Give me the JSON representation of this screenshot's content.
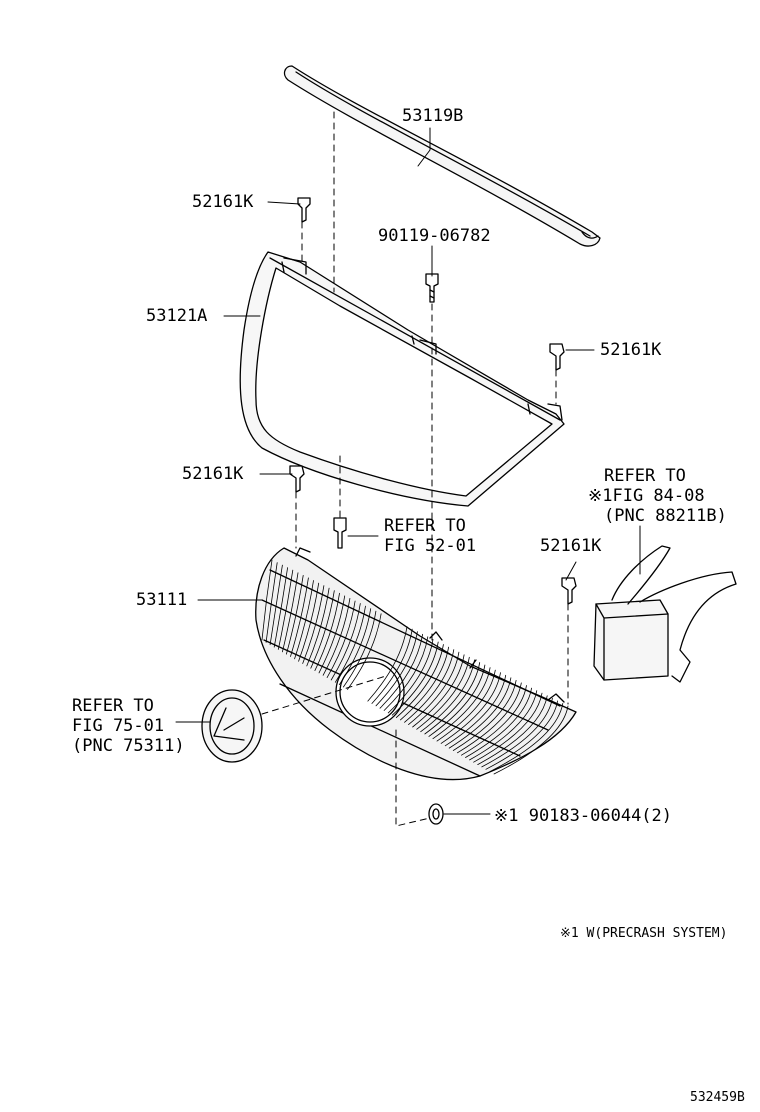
{
  "labels": {
    "p53119b": "53119B",
    "p52161k_1": "52161K",
    "p90119": "90119-06782",
    "p53121a": "53121A",
    "p52161k_2": "52161K",
    "p52161k_3": "52161K",
    "p52161k_4": "52161K",
    "p53111": "53111",
    "ref_5201": [
      "REFER TO",
      "FIG 52-01"
    ],
    "ref_8408": [
      "REFER TO",
      "※1FIG 84-08",
      "(PNC 88211B)"
    ],
    "ref_7501": [
      "REFER TO",
      "FIG 75-01",
      "(PNC 75311)"
    ],
    "p90183": "※1 90183-06044(2)",
    "footnote": "※1 W(PRECRASH SYSTEM)",
    "figure_id": "532459B"
  },
  "colors": {
    "line": "#000000",
    "grille_fill": "#f2f2f2"
  }
}
